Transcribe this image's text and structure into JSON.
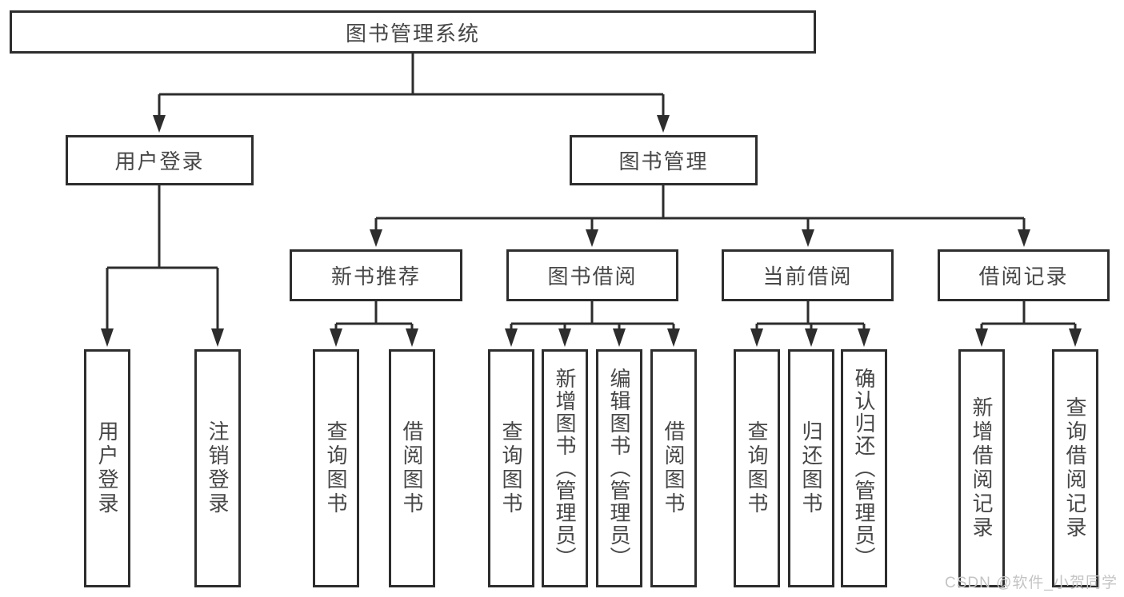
{
  "colors": {
    "line": "#2d2d2d",
    "text": "#474747",
    "watermark": "#c4c4c4",
    "background": "#ffffff"
  },
  "diagram": {
    "root": {
      "label": "图书管理系统"
    },
    "branches": [
      {
        "label": "用户登录",
        "children": [
          {
            "label": "用户登录"
          },
          {
            "label": "注销登录"
          }
        ]
      },
      {
        "label": "图书管理",
        "children": [
          {
            "label": "新书推荐",
            "children": [
              {
                "label": "查询图书"
              },
              {
                "label": "借阅图书"
              }
            ]
          },
          {
            "label": "图书借阅",
            "children": [
              {
                "label": "查询图书"
              },
              {
                "label": "新增图书（管理员）"
              },
              {
                "label": "编辑图书（管理员）"
              },
              {
                "label": "借阅图书"
              }
            ]
          },
          {
            "label": "当前借阅",
            "children": [
              {
                "label": "查询图书"
              },
              {
                "label": "归还图书"
              },
              {
                "label": "确认归还（管理员）"
              }
            ]
          },
          {
            "label": "借阅记录",
            "children": [
              {
                "label": "新增借阅记录"
              },
              {
                "label": "查询借阅记录"
              }
            ]
          }
        ]
      }
    ]
  },
  "watermark": {
    "text": "CSDN @软件_小贺同学"
  }
}
